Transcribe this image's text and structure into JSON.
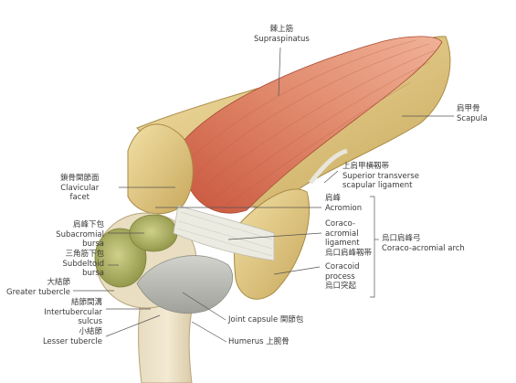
{
  "labels": {
    "supraspinatus": {
      "jp": "棘上筋",
      "en": "Supraspinatus"
    },
    "scapula": {
      "jp": "肩甲骨",
      "en": "Scapula"
    },
    "clavicular_facet": {
      "jp": "鎖骨関節面",
      "en1": "Clavicular",
      "en2": "facet"
    },
    "superior_transverse": {
      "jp": "上肩甲横靱帯",
      "en1": "Superior transverse",
      "en2": "scapular ligament"
    },
    "acromion": {
      "jp": "肩峰",
      "en": "Acromion"
    },
    "coracoacromial_ligament": {
      "en1": "Coraco-",
      "en2": "acromial",
      "en3": "ligament",
      "jp": "烏口肩峰靱帯"
    },
    "coracoacromial_arch": {
      "jp": "烏口肩峰弓",
      "en": "Coraco-acromial arch"
    },
    "subacromial_bursa": {
      "jp": "肩峰下包",
      "en1": "Subacromial",
      "en2": "bursa"
    },
    "subdeltoid_bursa": {
      "jp": "三角筋下包",
      "en1": "Subdeltoid",
      "en2": "bursa"
    },
    "greater_tubercle": {
      "jp": "大結節",
      "en": "Greater tubercle"
    },
    "coracoid_process": {
      "en1": "Coracoid",
      "en2": "process",
      "jp": "烏口突起"
    },
    "intertubercular_sulcus": {
      "jp": "結節間溝",
      "en1": "Intertubercular",
      "en2": "sulcus"
    },
    "joint_capsule": {
      "text": "Joint capsule 関節包"
    },
    "lesser_tubercle": {
      "jp": "小結節",
      "en": "Lesser tubercle"
    },
    "humerus": {
      "text": "Humerus 上腕骨"
    }
  },
  "colors": {
    "bone": "#e6cf8a",
    "bone_dark": "#b99a4f",
    "muscle": "#d8735a",
    "muscle_light": "#ef9d80",
    "ligament": "#ecebe2",
    "bursa": "#b3b566",
    "leader": "#555555"
  }
}
